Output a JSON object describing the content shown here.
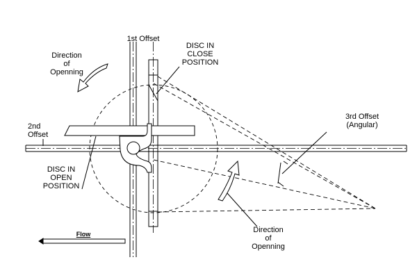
{
  "colors": {
    "ink": "#000000",
    "background": "#ffffff"
  },
  "labels": {
    "offset_1st": "1st Offset",
    "disc_close": [
      "DISC IN",
      "CLOSE",
      "POSITION"
    ],
    "direction_top": [
      "Direction",
      "of",
      "Openning"
    ],
    "offset_2nd": [
      "2nd",
      "Offset"
    ],
    "offset_3rd": [
      "3rd Offset",
      "(Angular)"
    ],
    "disc_open": [
      "DISC IN",
      "OPEN",
      "POSITION"
    ],
    "flow": "Flow",
    "direction_bottom": [
      "Direction",
      "of",
      "Openning"
    ]
  }
}
